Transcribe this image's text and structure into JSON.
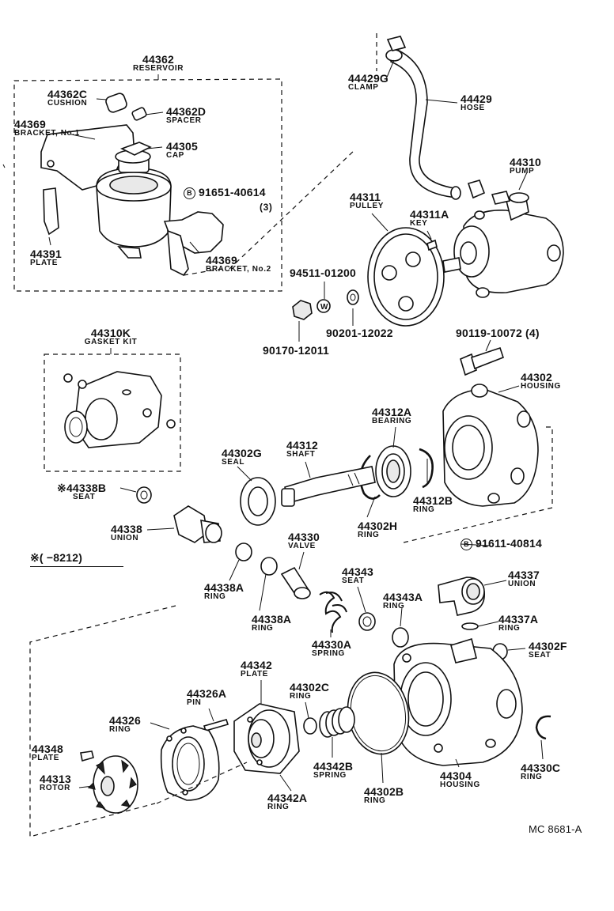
{
  "parts": {
    "p44362": {
      "num": "44362",
      "name": "RESERVOIR"
    },
    "p44362c": {
      "num": "44362C",
      "name": "CUSHION"
    },
    "p44362d": {
      "num": "44362D",
      "name": "SPACER"
    },
    "p44369a": {
      "num": "44369",
      "name": "BRACKET, No.1"
    },
    "p44305": {
      "num": "44305",
      "name": "CAP"
    },
    "p91651": {
      "num": "91651-40614",
      "qty": "(3)",
      "badge": "B"
    },
    "p44391": {
      "num": "44391",
      "name": "PLATE"
    },
    "p44369b": {
      "num": "44369",
      "name": "BRACKET, No.2"
    },
    "p44429g": {
      "num": "44429G",
      "name": "CLAMP"
    },
    "p44429": {
      "num": "44429",
      "name": "HOSE"
    },
    "p44310": {
      "num": "44310",
      "name": "PUMP"
    },
    "p44311": {
      "num": "44311",
      "name": "PULLEY"
    },
    "p44311a": {
      "num": "44311A",
      "name": "KEY"
    },
    "p94511": {
      "num": "94511-01200"
    },
    "p90201": {
      "num": "90201-12022"
    },
    "p90170": {
      "num": "90170-12011"
    },
    "p44310k": {
      "num": "44310K",
      "name": "GASKET KIT"
    },
    "p90119": {
      "num": "90119-10072 (4)"
    },
    "p44302": {
      "num": "44302",
      "name": "HOUSING"
    },
    "p44312a": {
      "num": "44312A",
      "name": "BEARING"
    },
    "p44302g": {
      "num": "44302G",
      "name": "SEAL"
    },
    "p44312": {
      "num": "44312",
      "name": "SHAFT"
    },
    "p44338b": {
      "num": "44338B",
      "name": "SEAT",
      "mark": "※"
    },
    "p44312b": {
      "num": "44312B",
      "name": "RING"
    },
    "p44302h": {
      "num": "44302H",
      "name": "RING"
    },
    "p44338": {
      "num": "44338",
      "name": "UNION"
    },
    "p44330": {
      "num": "44330",
      "name": "VALVE"
    },
    "p91611": {
      "num": "91611-40814",
      "badge": "B"
    },
    "p44338a1": {
      "num": "44338A",
      "name": "RING"
    },
    "p44343": {
      "num": "44343",
      "name": "SEAT"
    },
    "p44337": {
      "num": "44337",
      "name": "UNION"
    },
    "p44343a": {
      "num": "44343A",
      "name": "RING"
    },
    "p44338a2": {
      "num": "44338A",
      "name": "RING"
    },
    "p44337a": {
      "num": "44337A",
      "name": "RING"
    },
    "p44330a": {
      "num": "44330A",
      "name": "SPRING"
    },
    "p44302f": {
      "num": "44302F",
      "name": "SEAT"
    },
    "p44342": {
      "num": "44342",
      "name": "PLATE"
    },
    "p44326a": {
      "num": "44326A",
      "name": "PIN"
    },
    "p44302c": {
      "num": "44302C",
      "name": "RING"
    },
    "p44326": {
      "num": "44326",
      "name": "RING"
    },
    "p44348": {
      "num": "44348",
      "name": "PLATE"
    },
    "p44313": {
      "num": "44313",
      "name": "ROTOR"
    },
    "p44342b": {
      "num": "44342B",
      "name": "SPRING"
    },
    "p44302b": {
      "num": "44302B",
      "name": "RING"
    },
    "p44304": {
      "num": "44304",
      "name": "HOUSING"
    },
    "p44330c": {
      "num": "44330C",
      "name": "RING"
    },
    "p44342a": {
      "num": "44342A",
      "name": "RING"
    }
  },
  "note": "※(     −8212)",
  "footer": "MC  8681-A"
}
